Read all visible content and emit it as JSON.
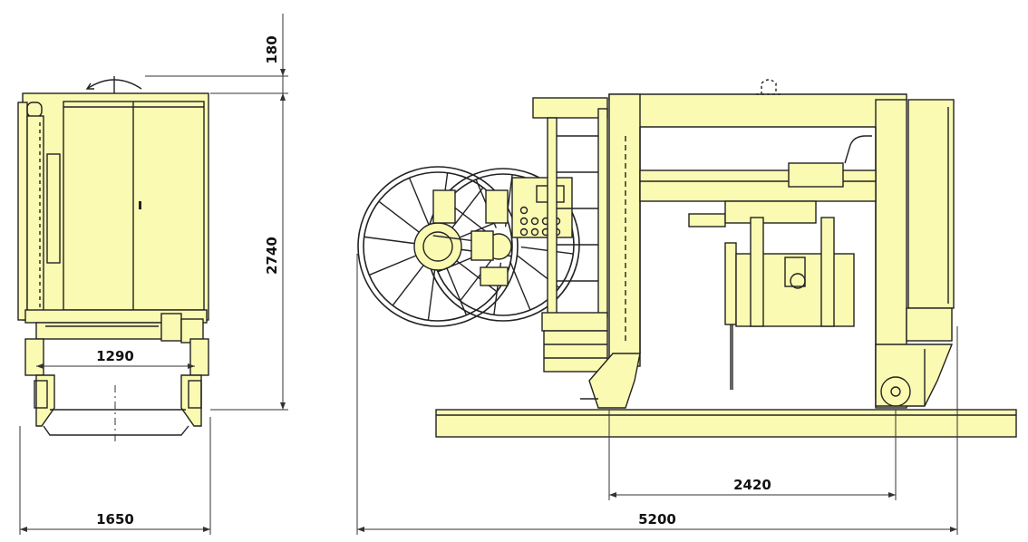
{
  "colors": {
    "machine": "#fafab2",
    "outline": "#222222",
    "background": "#ffffff"
  },
  "dimensions": {
    "top_clearance": "180",
    "height": "2740",
    "track_width": "1290",
    "width": "1650",
    "wheelbase": "2420",
    "length": "5200"
  }
}
